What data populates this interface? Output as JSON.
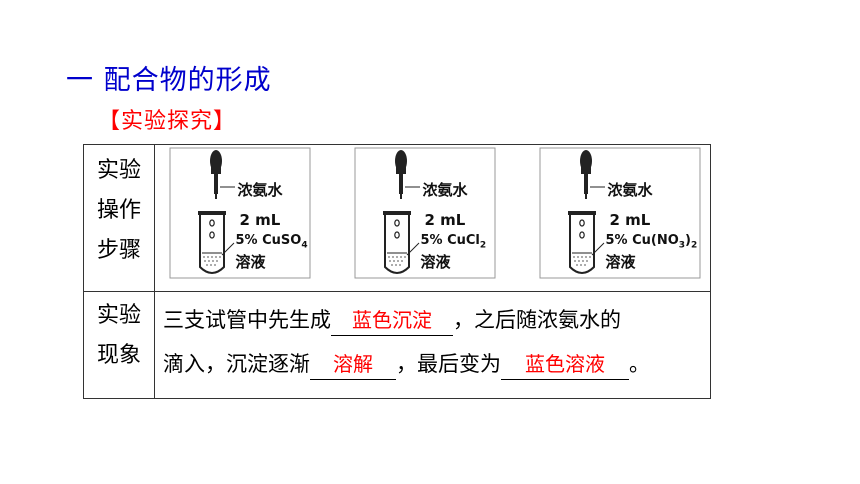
{
  "title": "一  配合物的形成",
  "subtitle": "【实验探究】",
  "table": {
    "row1_header": [
      "实验",
      "操作",
      "步骤"
    ],
    "row2_header": [
      "实验",
      "现象"
    ],
    "tubes": [
      {
        "reagent": "浓氨水",
        "volume": "2 mL",
        "solution": "5% CuSO",
        "sub": "4",
        "solution_suffix": "",
        "liquid": "溶液"
      },
      {
        "reagent": "浓氨水",
        "volume": "2 mL",
        "solution": "5% CuCl",
        "sub": "2",
        "solution_suffix": "",
        "liquid": "溶液"
      },
      {
        "reagent": "浓氨水",
        "volume": "2 mL",
        "solution": "5% Cu(NO",
        "sub": "3",
        "solution_suffix": ")",
        "sub2": "2",
        "liquid": "溶液"
      }
    ],
    "observation": {
      "part1": "三支试管中先生成",
      "blank1": "蓝色沉淀",
      "part2": "，之后随浓氨水的",
      "part3": "滴入，沉淀逐渐",
      "blank2": "溶解",
      "part4": "，最后变为",
      "blank3": "蓝色溶液",
      "part5": "。"
    }
  }
}
